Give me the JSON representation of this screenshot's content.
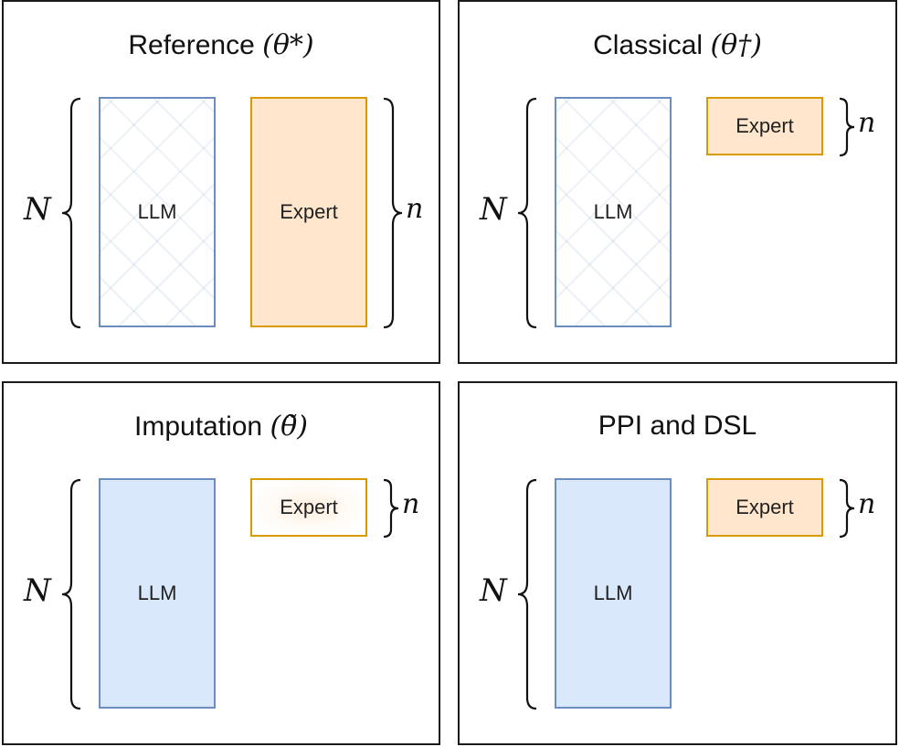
{
  "panels": [
    {
      "title_text": "Reference",
      "title_math": "(θ*)",
      "llm_label": "LLM",
      "expert_label": "Expert",
      "N_label": "N",
      "n_label": "n"
    },
    {
      "title_text": "Classical",
      "title_math": "(θ†)",
      "llm_label": "LLM",
      "expert_label": "Expert",
      "N_label": "N",
      "n_label": "n"
    },
    {
      "title_text": "Imputation",
      "title_math": "(θ̃)",
      "llm_label": "LLM",
      "expert_label": "Expert",
      "N_label": "N",
      "n_label": "n"
    },
    {
      "title_text": "PPI and DSL",
      "title_math": "",
      "llm_label": "LLM",
      "expert_label": "Expert",
      "N_label": "N",
      "n_label": "n"
    }
  ],
  "colors": {
    "llm_border": "#6c8ebf",
    "llm_fill": "#dae8fc",
    "expert_border": "#d79b00",
    "expert_fill": "#ffe6cc"
  }
}
